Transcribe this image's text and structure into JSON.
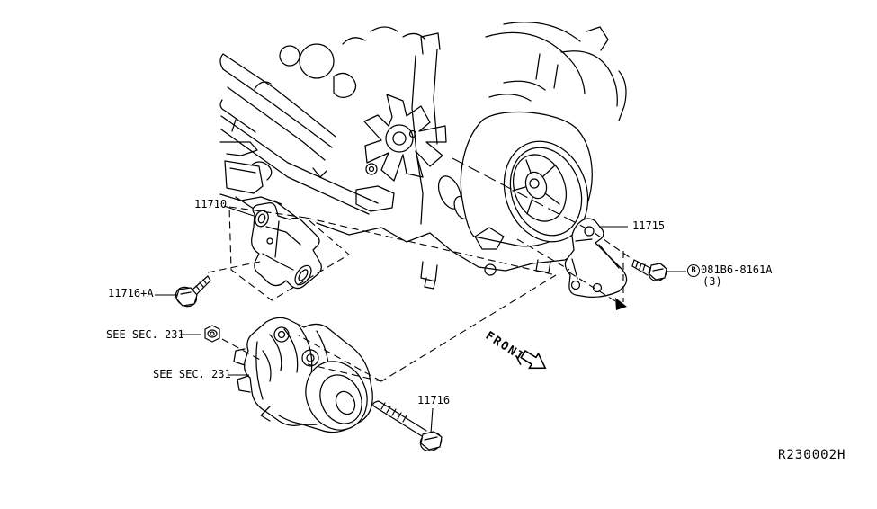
{
  "diagram": {
    "background_color": "#ffffff",
    "line_color": "#000000",
    "ref_code": "R230002H",
    "front_arrow_label": "FRONT",
    "labels": [
      {
        "text": "11710"
      },
      {
        "text": "11716+A"
      },
      {
        "text": "SEE SEC. 231"
      },
      {
        "text": "SEE SEC. 231"
      },
      {
        "text": "11716"
      },
      {
        "text": "11715"
      },
      {
        "marker": "B",
        "text": "081B6-8161A",
        "qty": "(3)"
      }
    ]
  }
}
